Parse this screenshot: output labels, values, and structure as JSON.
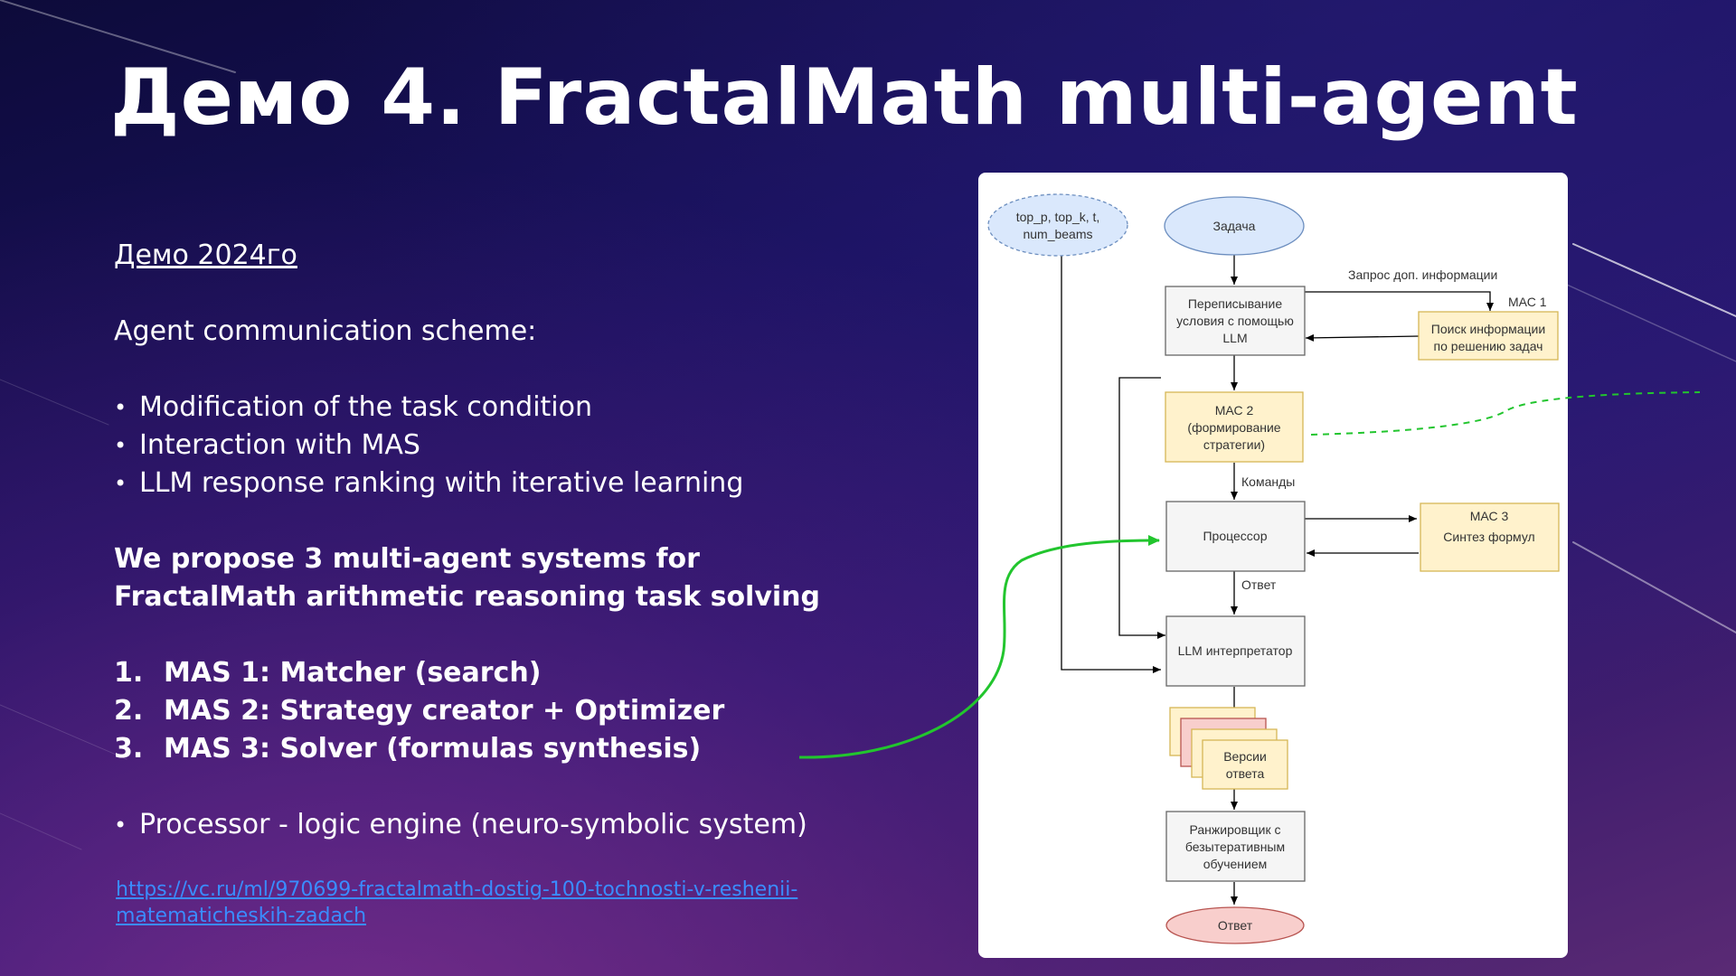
{
  "title": "Демо 4. FractalMath multi-agent",
  "demo_year": "Демо 2024го",
  "scheme_label": "Agent communication scheme:",
  "bullets": [
    "Modification of the task condition",
    "Interaction with MAS",
    "LLM response ranking with iterative learning"
  ],
  "proposal": "We propose 3 multi-agent systems for FractalMath arithmetic reasoning task solving",
  "mas_list": [
    {
      "num": "1.",
      "text": "MAS 1: Matcher (search)"
    },
    {
      "num": "2.",
      "text": "MAS 2: Strategy creator + Optimizer"
    },
    {
      "num": "3.",
      "text": "MAS 3: Solver (formulas synthesis)"
    }
  ],
  "processor_note": "Processor - logic engine (neuro-symbolic system)",
  "link": "https://vc.ru/ml/970699-fractalmath-dostig-100-tochnosti-v-reshenii-matematicheskih-zadach",
  "diagram": {
    "params_line1": "top_p, top_k, t,",
    "params_line2": "num_beams",
    "task": "Задача",
    "rewrite_1": "Переписывание",
    "rewrite_2": "условия с помощью",
    "rewrite_3": "LLM",
    "extra_info": "Запрос доп. информации",
    "mas1": "МАС 1",
    "search_1": "Поиск информации",
    "search_2": "по решению задач",
    "mas2_1": "МАС 2",
    "mas2_2": "(формирование",
    "mas2_3": "стратегии)",
    "commands": "Команды",
    "processor": "Процессор",
    "mas3_1": "МАС 3",
    "mas3_2": "Синтез формул",
    "answer_label": "Ответ",
    "interpreter": "LLM интерпретатор",
    "versions_1": "Версии",
    "versions_2": "ответа",
    "ranker_1": "Ранжировщик с",
    "ranker_2": "безытеративным",
    "ranker_3": "обучением",
    "final_answer": "Ответ"
  },
  "colors": {
    "accent_link": "#3a8cff",
    "node_blue_fill": "#dae8fc",
    "node_yellow_fill": "#fff2cc",
    "node_red_fill": "#f8cecc",
    "node_grey_fill": "#f5f5f5",
    "arrow_green": "#22c52e"
  }
}
